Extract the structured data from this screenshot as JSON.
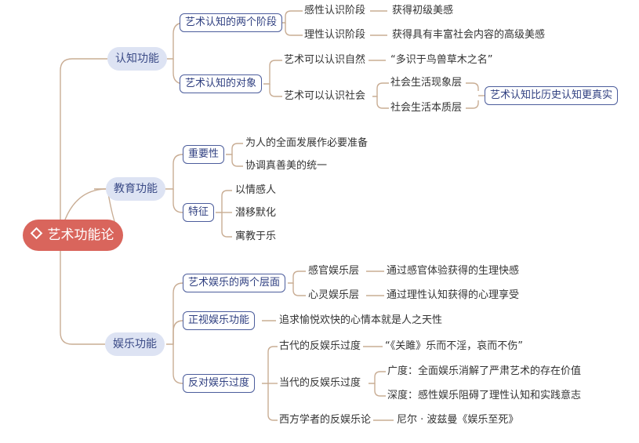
{
  "root": {
    "label": "艺术功能论",
    "icon": "diamond-icon"
  },
  "branches": [
    {
      "label": "认知功能",
      "children": [
        {
          "label": "艺术认知的两个阶段",
          "children": [
            {
              "label": "感性认识阶段",
              "detail": "获得初级美感"
            },
            {
              "label": "理性认识阶段",
              "detail": "获得具有丰富社会内容的高级美感"
            }
          ]
        },
        {
          "label": "艺术认知的对象",
          "children": [
            {
              "label": "艺术可以认识自然",
              "detail": "“多识于鸟兽草木之名”"
            },
            {
              "label": "艺术可以认识社会",
              "children": [
                "社会生活现象层",
                "社会生活本质层"
              ],
              "summary": "艺术认知比历史认知更真实"
            }
          ]
        }
      ]
    },
    {
      "label": "教育功能",
      "children": [
        {
          "label": "重要性",
          "children": [
            "为人的全面发展作必要准备",
            "协调真善美的统一"
          ]
        },
        {
          "label": "特征",
          "children": [
            "以情感人",
            "潜移默化",
            "寓教于乐"
          ]
        }
      ]
    },
    {
      "label": "娱乐功能",
      "children": [
        {
          "label": "艺术娱乐的两个层面",
          "children": [
            {
              "label": "感官娱乐层",
              "detail": "通过感官体验获得的生理快感"
            },
            {
              "label": "心灵娱乐层",
              "detail": "通过理性认知获得的心理享受"
            }
          ]
        },
        {
          "label": "正视娱乐功能",
          "detail": "追求愉悦欢快的心情本就是人之天性"
        },
        {
          "label": "反对娱乐过度",
          "children": [
            {
              "label": "古代的反娱乐过度",
              "detail": "“《关雎》乐而不淫，哀而不伤”"
            },
            {
              "label": "当代的反娱乐过度",
              "children": [
                "广度：全面娱乐消解了严肃艺术的存在价值",
                "深度：感性娱乐阻碍了理性认知和实践意志"
              ]
            },
            {
              "label": "西方学者的反娱乐论",
              "detail": "尼尔 · 波兹曼《娱乐至死》"
            }
          ]
        }
      ]
    }
  ],
  "colors": {
    "root_fill": "#d9655c",
    "level1_fill": "#dde3f3",
    "level2_border": "#4c5d9c",
    "connector": "#c9ad94"
  }
}
